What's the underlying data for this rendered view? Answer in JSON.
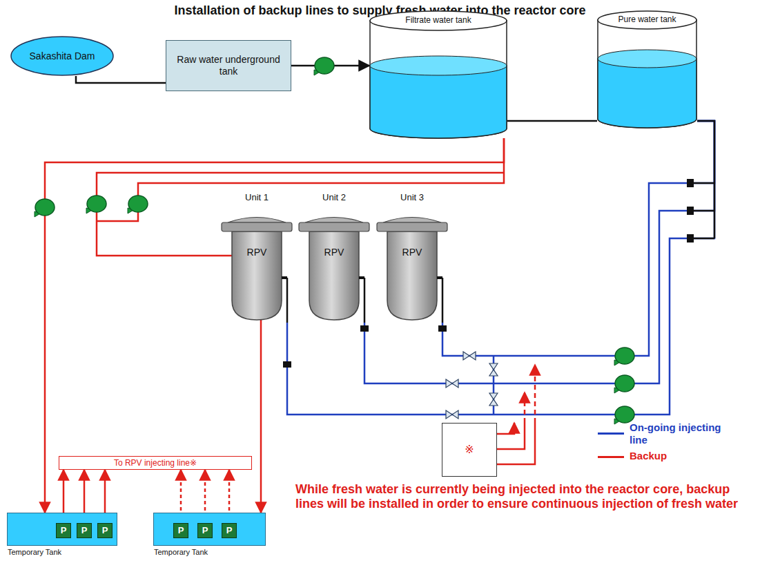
{
  "diagram": {
    "title": "Installation of backup lines to supply fresh water into the reactor core",
    "nodes": [
      {
        "text": [
          "Sakashita Dam"
        ]
      },
      {
        "text": [
          "Raw water underground tank"
        ]
      },
      {
        "text": [
          "Filtrate water tank"
        ]
      },
      {
        "text": [
          "Pure water tank"
        ]
      },
      {
        "text": [
          "Unit 1",
          "RPV"
        ]
      },
      {
        "text": [
          "Unit 2",
          "RPV"
        ]
      },
      {
        "text": [
          "Unit 3",
          "RPV"
        ]
      },
      {
        "text": [
          "※"
        ]
      },
      {
        "text": [
          "To RPV injecting line※"
        ]
      },
      {
        "text": [
          "Temporary Tank"
        ]
      },
      {
        "text": [
          "P"
        ],
        "in": 9
      },
      {
        "text": [
          "P"
        ],
        "in": 9
      },
      {
        "text": [
          "P"
        ],
        "in": 9
      },
      {
        "text": [
          "Temporary Tank"
        ]
      },
      {
        "text": [
          "P"
        ],
        "in": 13
      },
      {
        "text": [
          "P"
        ],
        "in": 13
      },
      {
        "text": [
          "P"
        ],
        "in": 13
      }
    ],
    "edges": [
      {
        "from": 0,
        "to": 1,
        "arrow": "none"
      },
      {
        "from": 1,
        "to": 2,
        "arrow": "to"
      },
      {
        "from": 2,
        "to": 3,
        "arrow": "none"
      },
      {
        "from": 3,
        "to": 6,
        "arrow": "none"
      },
      {
        "from": 3,
        "to": 5,
        "arrow": "none"
      },
      {
        "from": 3,
        "to": 4,
        "arrow": "none"
      },
      {
        "from": 2,
        "to": 9,
        "arrow": "to"
      },
      {
        "from": 2,
        "to": 13,
        "arrow": "to"
      },
      {
        "from": 10,
        "to": 8,
        "arrow": "to"
      },
      {
        "from": 11,
        "to": 8,
        "arrow": "to"
      },
      {
        "from": 12,
        "to": 8,
        "arrow": "to"
      },
      {
        "from": 14,
        "to": 8,
        "arrow": "to"
      },
      {
        "from": 15,
        "to": 8,
        "arrow": "to"
      },
      {
        "from": 16,
        "to": 8,
        "arrow": "to"
      }
    ],
    "labels": [
      "While fresh water is currently being injected into the reactor core, backup lines will be installed in order to ensure continuous injection of fresh water"
    ],
    "legend": [
      {
        "text": "On-going injecting line",
        "color": "#1f3fbf"
      },
      {
        "text": "Backup",
        "color": "#e0201a"
      }
    ]
  }
}
